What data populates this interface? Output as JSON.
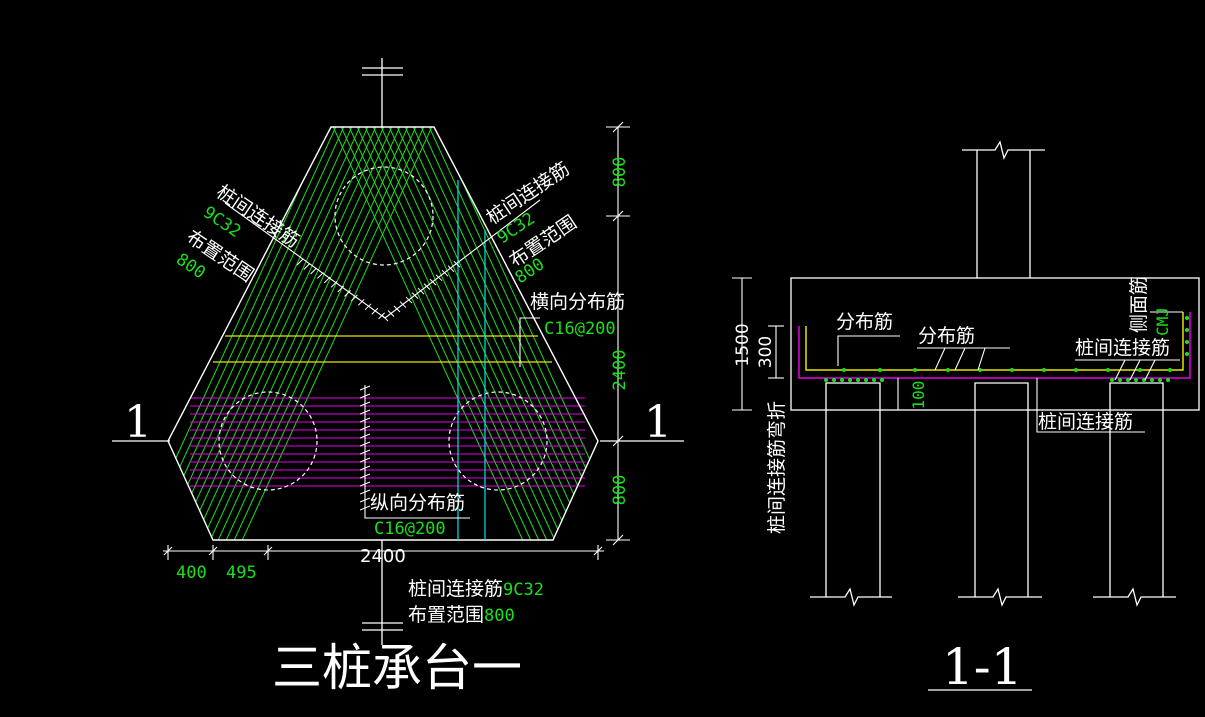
{
  "colors": {
    "background": "#000000",
    "outline": "#ffffff",
    "connecting_rebar": "#19e019",
    "transverse_rebar": "#e6e600",
    "longitudinal_rebar": "#e600e6",
    "reference_line": "#00e5e5",
    "dimension_text": "#19e019"
  },
  "plan": {
    "title": "三桩承台一",
    "section_mark": "1",
    "left_bundle_label": {
      "name": "桩间连接筋",
      "spec": "9C32",
      "range_label": "布置范围",
      "range": "800"
    },
    "right_bundle_label": {
      "name": "桩间连接筋",
      "spec": "9C32",
      "range_label": "布置范围",
      "range": "800"
    },
    "transverse_label": {
      "name": "横向分布筋",
      "spec": "C16@200"
    },
    "longitudinal_label": {
      "name": "纵向分布筋",
      "spec": "C16@200"
    },
    "bottom_bundle_label": {
      "name": "桩间连接筋",
      "spec": "9C32",
      "range_label": "布置范围",
      "range": "800"
    },
    "vertical_dims": [
      "800",
      "2400",
      "800"
    ],
    "horizontal_dims": [
      "400",
      "495",
      "2400"
    ]
  },
  "section": {
    "title": "1-1",
    "dims": [
      "1500",
      "300",
      "100"
    ],
    "labels": {
      "dist1": "分布筋",
      "dist2": "分布筋",
      "side": "侧面筋",
      "side_spec": "CMJ",
      "conn_top": "桩间连接筋",
      "conn_bottom": "桩间连接筋",
      "bend": "桩间连接筋弯折"
    }
  }
}
